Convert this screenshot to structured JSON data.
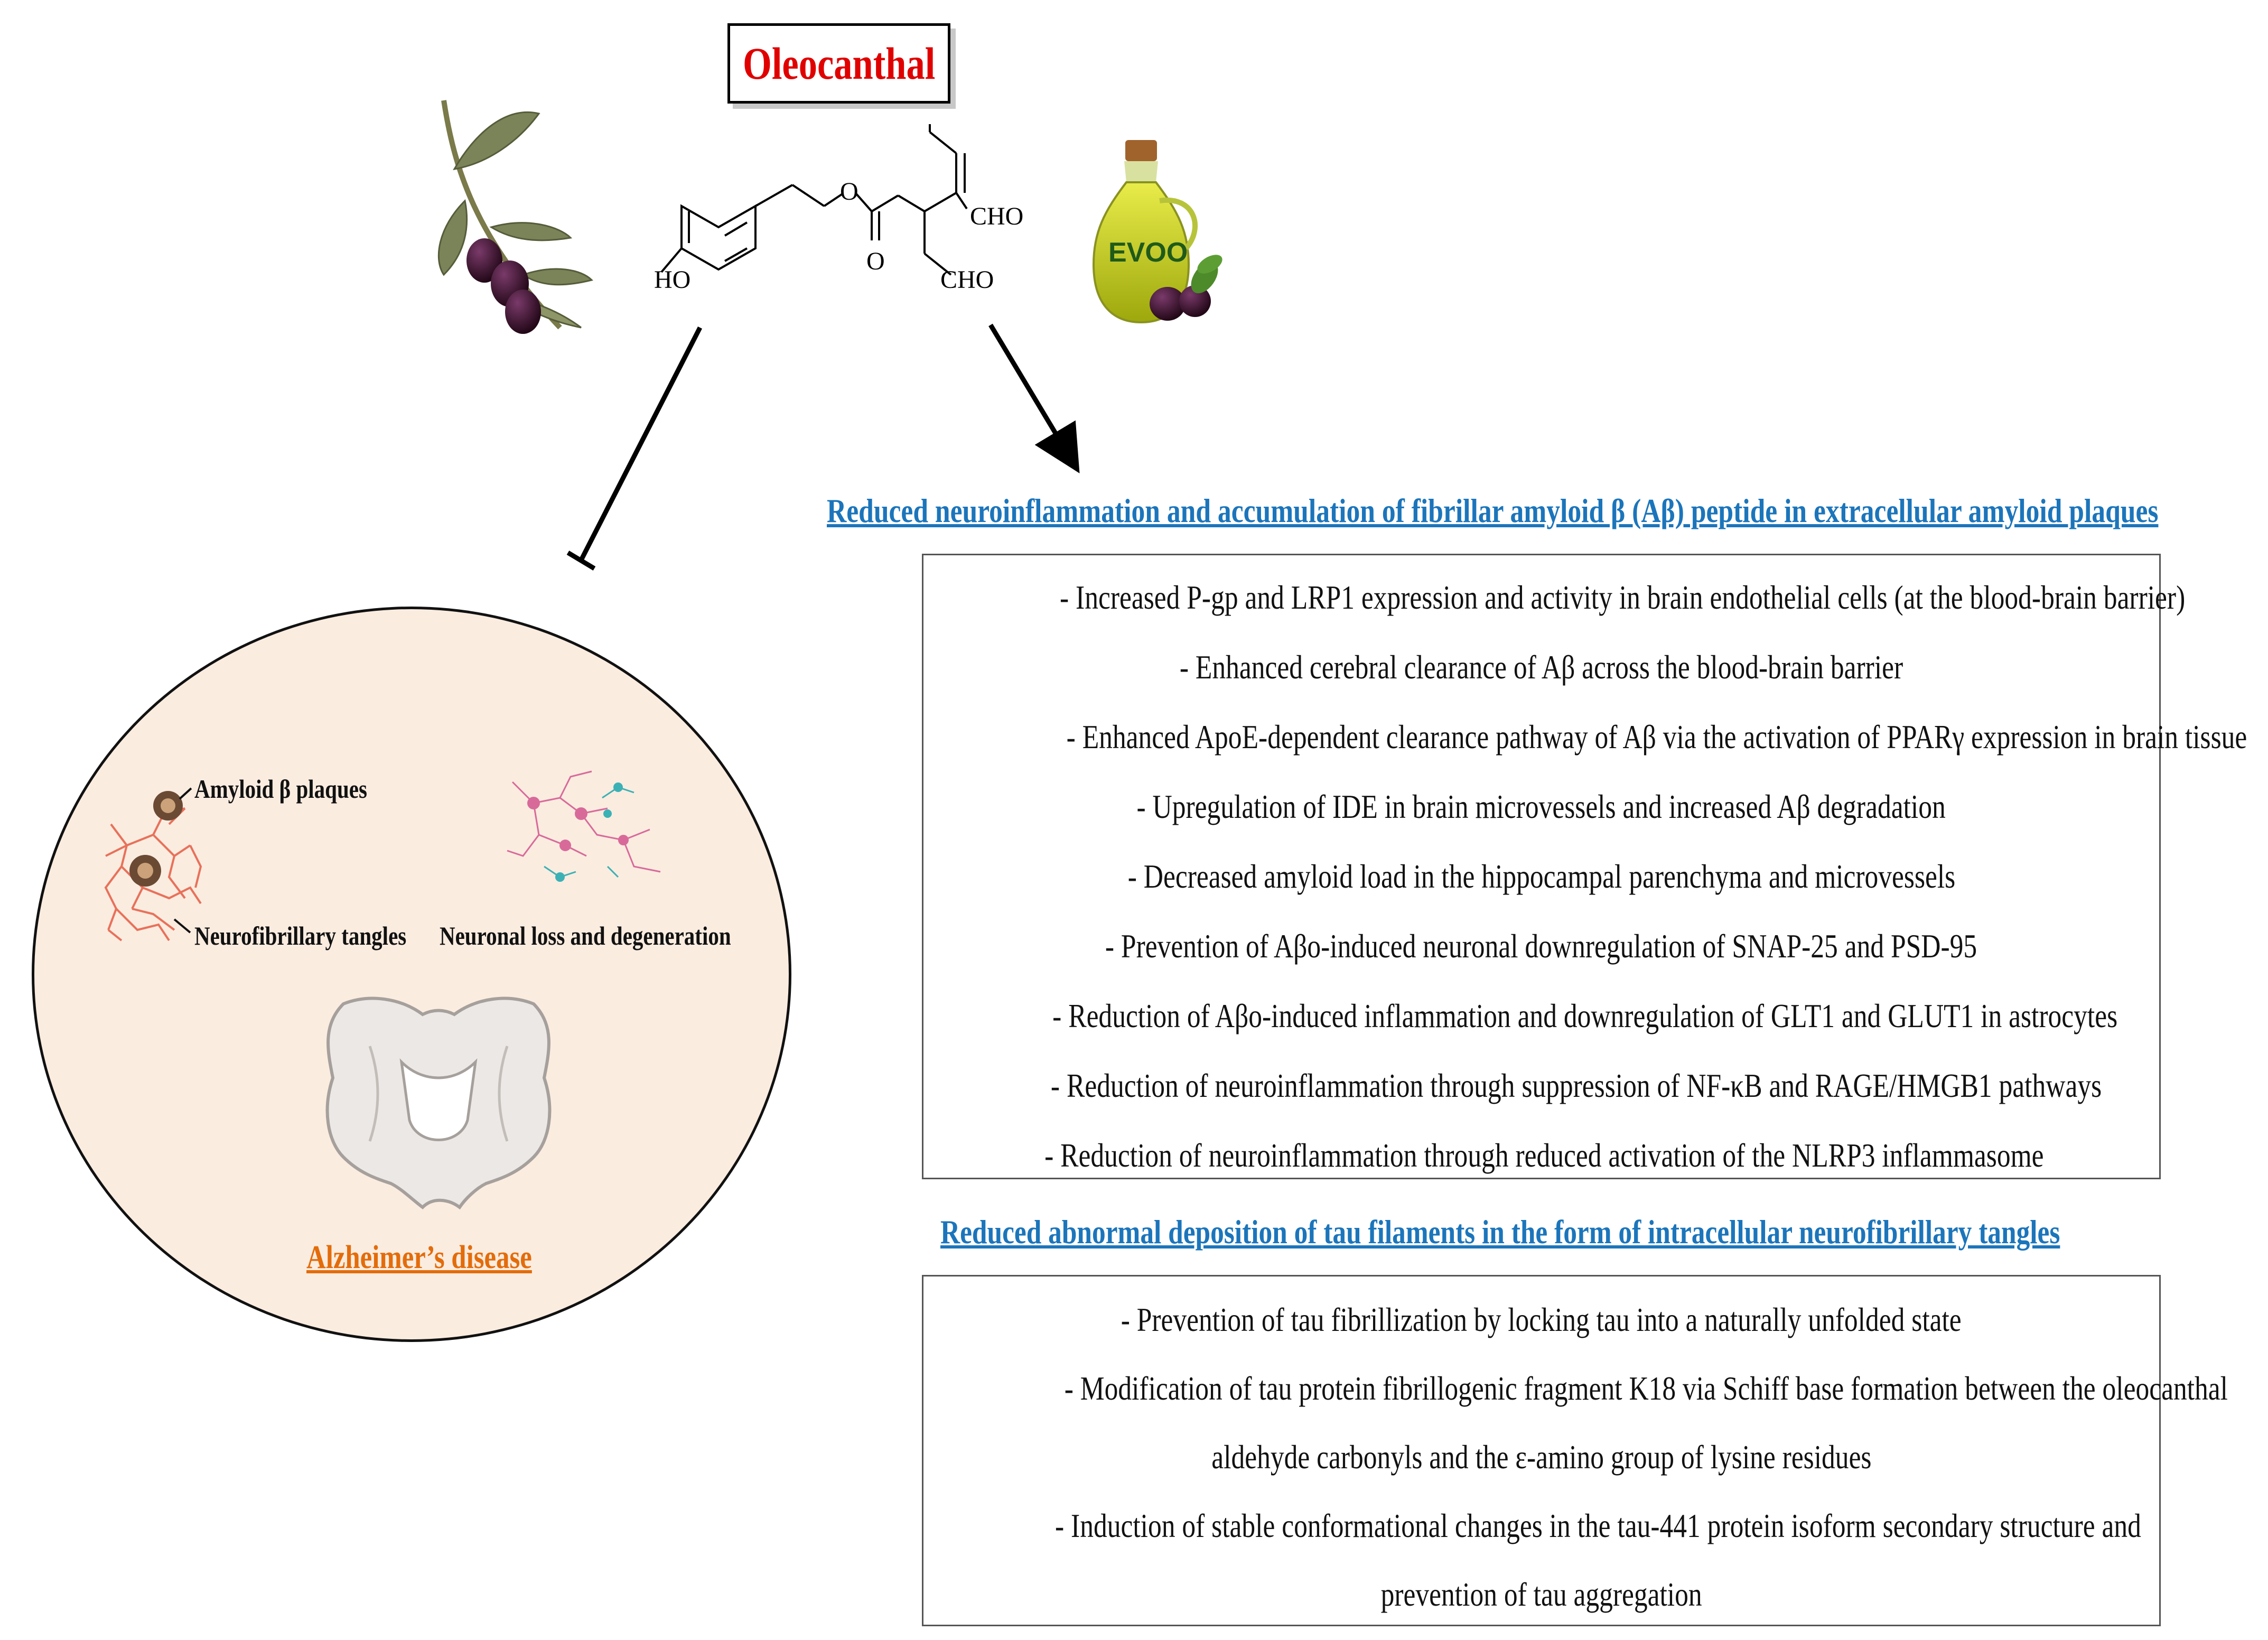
{
  "title": "Oleocanthal",
  "molecule": {
    "labels": [
      "O",
      "O",
      "CHO",
      "CHO",
      "HO"
    ]
  },
  "evoo_label": "EVOO",
  "disease": {
    "labels": {
      "amyloid_plaques": "Amyloid β plaques",
      "neurofibrillary_tangles": "Neurofibrillary tangles",
      "neuronal_loss": "Neuronal loss and degeneration"
    },
    "name": "Alzheimer’s disease"
  },
  "section1": {
    "heading": "Reduced neuroinflammation and accumulation of fibrillar amyloid β (Aβ) peptide in extracellular amyloid plaques",
    "items": [
      "-  Increased P-gp and LRP1 expression and activity in brain endothelial cells (at the blood-brain barrier)",
      "-  Enhanced cerebral clearance of Aβ across the blood-brain barrier",
      "-  Enhanced ApoE-dependent clearance pathway of Aβ via the activation of PPARγ expression in brain tissue",
      "-  Upregulation of IDE in brain microvessels  and increased Aβ degradation",
      "-  Decreased amyloid load in the hippocampal parenchyma and microvessels",
      "-  Prevention of Aβo-induced neuronal downregulation of SNAP-25 and PSD-95",
      "-  Reduction of Aβo-induced inflammation and downregulation of GLT1 and GLUT1 in astrocytes",
      "-  Reduction of neuroinflammation through suppression of NF-κB and RAGE/HMGB1 pathways",
      "-  Reduction of neuroinflammation through reduced activation of the NLRP3 inflammasome"
    ]
  },
  "section2": {
    "heading": "Reduced abnormal deposition of tau filaments in the form of intracellular neurofibrillary tangles",
    "items": [
      "-  Prevention of tau fibrillization by locking tau into a naturally unfolded state",
      "-  Modification of tau protein fibrillogenic fragment K18 via Schiff base formation between the oleocanthal",
      "aldehyde carbonyls and the ε-amino group of lysine residues",
      "-  Induction of stable conformational changes in the tau-441 protein isoform secondary structure and",
      "prevention of tau aggregation"
    ]
  },
  "colors": {
    "title": "#e00000",
    "heading": "#1b75bb",
    "disease_name": "#e36c0a",
    "circle_fill": "#fbece0",
    "olive": "#3a1030",
    "oil": "#c8c81a"
  }
}
